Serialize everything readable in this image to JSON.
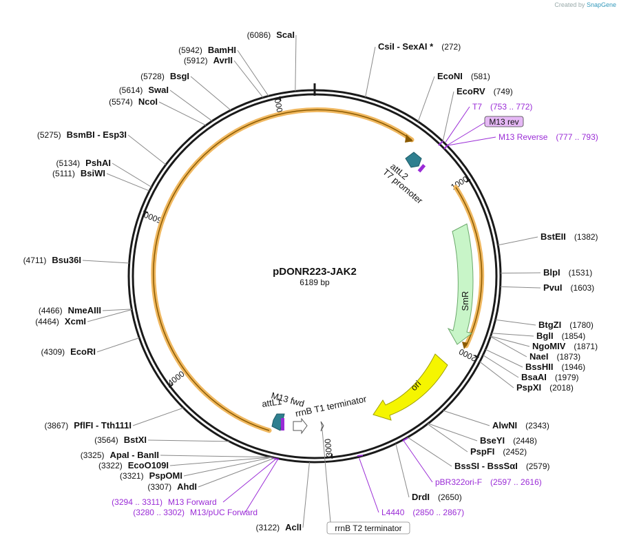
{
  "credit": {
    "text": "Created by",
    "brand": "SnapGene"
  },
  "plasmid": {
    "name": "pDONR223-JAK2",
    "length": 6189,
    "length_label": "6189 bp"
  },
  "ticks": [
    "1000",
    "2000",
    "3000",
    "4000",
    "5000",
    "6000"
  ],
  "sites": [
    {
      "name": "ScaI",
      "pos": "(6086)"
    },
    {
      "name": "CsiI  -  SexAI *",
      "pos": "(272)"
    },
    {
      "name": "EcoNI",
      "pos": "(581)"
    },
    {
      "name": "EcoRV",
      "pos": "(749)"
    },
    {
      "name": "BamHI",
      "pos": "(5942)"
    },
    {
      "name": "AvrII",
      "pos": "(5912)"
    },
    {
      "name": "BsgI",
      "pos": "(5728)"
    },
    {
      "name": "SwaI",
      "pos": "(5614)"
    },
    {
      "name": "NcoI",
      "pos": "(5574)"
    },
    {
      "name": "BsmBI  -  Esp3I",
      "pos": "(5275)"
    },
    {
      "name": "PshAI",
      "pos": "(5134)"
    },
    {
      "name": "BsiWI",
      "pos": "(5111)"
    },
    {
      "name": "Bsu36I",
      "pos": "(4711)"
    },
    {
      "name": "NmeAIII",
      "pos": "(4466)"
    },
    {
      "name": "XcmI",
      "pos": "(4464)"
    },
    {
      "name": "EcoRI",
      "pos": "(4309)"
    },
    {
      "name": "PflFI  -  Tth111I",
      "pos": "(3867)"
    },
    {
      "name": "BstXI",
      "pos": "(3564)"
    },
    {
      "name": "ApaI  -  BanII",
      "pos": "(3325)"
    },
    {
      "name": "EcoO109I",
      "pos": "(3322)"
    },
    {
      "name": "PspOMI",
      "pos": "(3321)"
    },
    {
      "name": "AhdI",
      "pos": "(3307)"
    },
    {
      "name": "AclI",
      "pos": "(3122)"
    },
    {
      "name": "BstEII",
      "pos": "(1382)"
    },
    {
      "name": "BlpI",
      "pos": "(1531)"
    },
    {
      "name": "PvuI",
      "pos": "(1603)"
    },
    {
      "name": "BtgZI",
      "pos": "(1780)"
    },
    {
      "name": "BglI",
      "pos": "(1854)"
    },
    {
      "name": "NgoMIV",
      "pos": "(1871)"
    },
    {
      "name": "NaeI",
      "pos": "(1873)"
    },
    {
      "name": "BssHII",
      "pos": "(1946)"
    },
    {
      "name": "BsaAI",
      "pos": "(1979)"
    },
    {
      "name": "PspXI",
      "pos": "(2018)"
    },
    {
      "name": "AlwNI",
      "pos": "(2343)"
    },
    {
      "name": "BseYI",
      "pos": "(2448)"
    },
    {
      "name": "PspFI",
      "pos": "(2452)"
    },
    {
      "name": "BssSI  -  BssSαI",
      "pos": "(2579)"
    },
    {
      "name": "DrdI",
      "pos": "(2650)"
    }
  ],
  "primers": [
    {
      "name": "T7",
      "range": "(753 .. 772)"
    },
    {
      "name": "M13 Reverse",
      "range": "(777 .. 793)"
    },
    {
      "name": "pBR322ori-F",
      "range": "(2597 .. 2616)"
    },
    {
      "name": "L4440",
      "range": "(2850 .. 2867)"
    },
    {
      "name": "M13 Forward",
      "range": "(3294 .. 3311)"
    },
    {
      "name": "M13/pUC Forward",
      "range": "(3280 .. 3302)"
    }
  ],
  "boxed_labels": {
    "m13_rev": "M13 rev",
    "rrnb_t2": "rrnB T2 terminator"
  },
  "features": {
    "attL2": "attL2",
    "t7_promoter": "T7 promoter",
    "smr": "SmR",
    "ori": "ori",
    "m13_fwd": "M13 fwd",
    "attL1": "attL1",
    "rrnb_t1": "rrnB T1 terminator"
  },
  "colors": {
    "backbone": "#1a1a1a",
    "insert_outline": "#f0b860",
    "insert_line": "#8a5a00",
    "attL": "#2f7f8f",
    "smr_fill": "#c8f5c8",
    "smr_stroke": "#6aa86a",
    "ori_fill": "#f5f500",
    "ori_stroke": "#a0a000",
    "primer": "#9a2bd6",
    "m13rev_box": "#e5b8f5"
  }
}
